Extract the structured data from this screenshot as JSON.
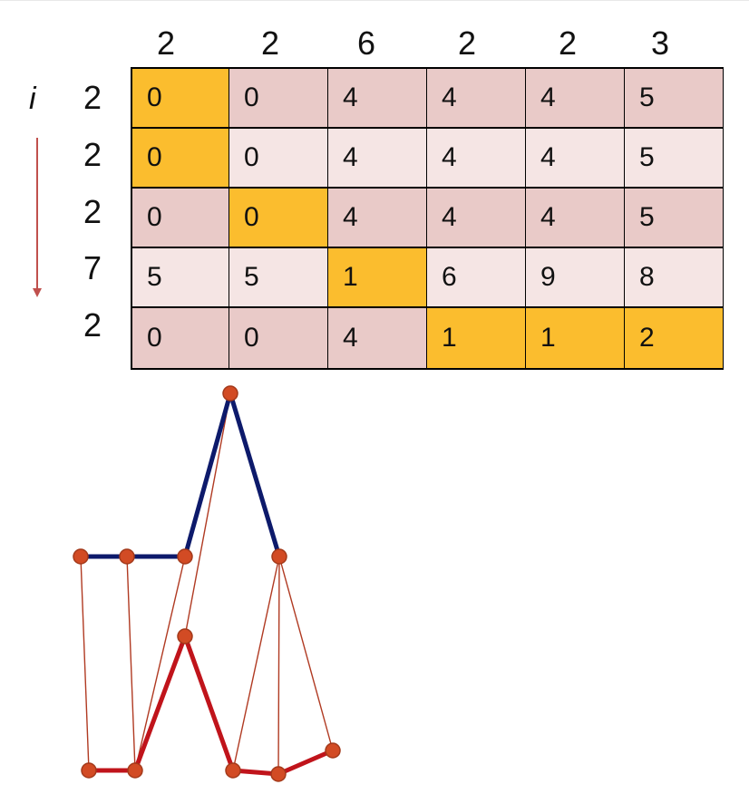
{
  "columns": [
    "2",
    "2",
    "6",
    "2",
    "2",
    "3"
  ],
  "index_label": "i",
  "rows": [
    {
      "label": "2",
      "cells": [
        "0",
        "0",
        "4",
        "4",
        "4",
        "5"
      ],
      "highlight": [
        0
      ]
    },
    {
      "label": "2",
      "cells": [
        "0",
        "0",
        "4",
        "4",
        "4",
        "5"
      ],
      "highlight": [
        0
      ]
    },
    {
      "label": "2",
      "cells": [
        "0",
        "0",
        "4",
        "4",
        "4",
        "5"
      ],
      "highlight": [
        1
      ]
    },
    {
      "label": "7",
      "cells": [
        "5",
        "5",
        "1",
        "6",
        "9",
        "8"
      ],
      "highlight": [
        2
      ]
    },
    {
      "label": "2",
      "cells": [
        "0",
        "0",
        "4",
        "1",
        "1",
        "2"
      ],
      "highlight": [
        3,
        4,
        5
      ]
    }
  ],
  "colors": {
    "row_dark": "#e9cac8",
    "row_light": "#f5e5e4",
    "highlight": "#fbbd2e",
    "top_series": "#0d1a6b",
    "bottom_series": "#c0141b",
    "alignment_line": "#b03a22",
    "point_fill": "#d24b24",
    "point_stroke": "#a3391a",
    "arrow": "#c0504d"
  }
}
